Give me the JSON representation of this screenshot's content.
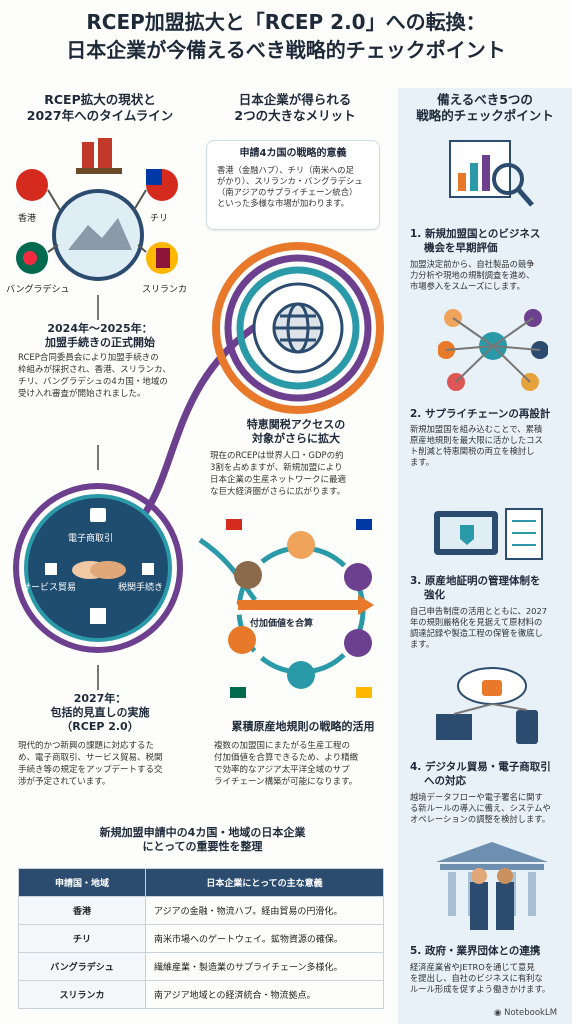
{
  "title_line1": "RCEP加盟拡大と「RCEP 2.0」への転換：",
  "title_line2": "日本企業が今備えるべき戦略的チェックポイント",
  "left": {
    "heading_line1": "RCEP拡大の現状と",
    "heading_line2": "2027年へのタイムライン",
    "flags": {
      "hongkong": "香港",
      "chile": "チリ",
      "bangladesh": "バングラデシュ",
      "srilanka": "スリランカ"
    },
    "phase1_title1": "2024年～2025年：",
    "phase1_title2": "加盟手続きの正式開始",
    "phase1_body": [
      "RCEP合同委員会により加盟手続きの",
      "枠組みが採択され、香港、スリランカ、",
      "チリ、バングラデシュの4カ国・地域の",
      "受け入れ審査が開始されました。"
    ],
    "hub_labels": {
      "top": "電子商取引",
      "left": "サービス貿易",
      "right": "税関手続き"
    },
    "phase2_title1": "2027年：",
    "phase2_title2": "包括的見直しの実施",
    "phase2_title3": "（RCEP 2.0）",
    "phase2_body": [
      "現代的かつ新興の課題に対応するた",
      "め、電子商取引、サービス貿易、税関",
      "手続き等の規定をアップデートする交",
      "渉が予定されています。"
    ]
  },
  "middle": {
    "heading_line1": "日本企業が得られる",
    "heading_line2": "2つの大きなメリット",
    "bubble_title": "申請4カ国の戦略的意義",
    "bubble_body": [
      "香港（金融ハブ）、チリ（南米への足",
      "がかり）、スリランカ・バングラデシュ",
      "（南アジアのサプライチェーン統合）",
      "といった多様な市場が加わります。"
    ],
    "m1_title1": "特恵関税アクセスの",
    "m1_title2": "対象がさらに拡大",
    "m1_body": [
      "現在のRCEPは世界人口・GDPの約",
      "3割を占めますが、新規加盟により",
      "日本企業の生産ネットワークに最適",
      "な巨大経済圏がさらに広がります。"
    ],
    "cycle_label": "付加価値を合算",
    "m2_title": "累積原産地規則の戦略的活用",
    "m2_body": [
      "複数の加盟国にまたがる生産工程の",
      "付加価値を合算できるため、より精緻",
      "で効率的なアジア太平洋全域のサプ",
      "ライチェーン構築が可能になります。"
    ]
  },
  "right": {
    "heading_line1": "備えるべき5つの",
    "heading_line2": "戦略的チェックポイント",
    "items": [
      {
        "title1": "1. 新規加盟国とのビジネス",
        "title2": "機会を早期評価",
        "body": [
          "加盟決定前から、自社製品の競争",
          "力分析や現地の規制調査を進め、",
          "市場参入をスムーズにします。"
        ]
      },
      {
        "title1": "2. サプライチェーンの再設計",
        "title2": "",
        "body": [
          "新規加盟国を組み込むことで、累積",
          "原産地規則を最大限に活かしたコス",
          "ト削減と特恵関税の両立を検討し",
          "ます。"
        ]
      },
      {
        "title1": "3. 原産地証明の管理体制を",
        "title2": "強化",
        "body": [
          "自己申告制度の活用とともに、2027",
          "年の規則厳格化を見据えて原材料の",
          "調達記録や製造工程の保管を徹底し",
          "ます。"
        ]
      },
      {
        "title1": "4. デジタル貿易・電子商取引",
        "title2": "への対応",
        "body": [
          "越境データフローや電子署名に関す",
          "る新ルールの導入に備え、システムや",
          "オペレーションの調整を検討します。"
        ]
      },
      {
        "title1": "5. 政府・業界団体との連携",
        "title2": "",
        "body": [
          "経済産業省やJETROを通じて意見",
          "を提出し、自社のビジネスに有利な",
          "ルール形成を促すよう働きかけます。"
        ]
      }
    ]
  },
  "table": {
    "heading_line1": "新規加盟申請中の4カ国・地域の日本企業",
    "heading_line2": "にとっての重要性を整理",
    "headers": [
      "申請国・地域",
      "日本企業にとっての主な意義"
    ],
    "rows": [
      [
        "香港",
        "アジアの金融・物流ハブ。経由貿易の円滑化。"
      ],
      [
        "チリ",
        "南米市場へのゲートウェイ。鉱物資源の確保。"
      ],
      [
        "バングラデシュ",
        "繊維産業・製造業のサプライチェーン多様化。"
      ],
      [
        "スリランカ",
        "南アジア地域との経済統合・物流拠点。"
      ]
    ]
  },
  "footer": "NotebookLM",
  "colors": {
    "navy": "#2b4c6f",
    "orange": "#e8792b",
    "purple": "#6c3f8f",
    "teal": "#2b9aa8"
  }
}
